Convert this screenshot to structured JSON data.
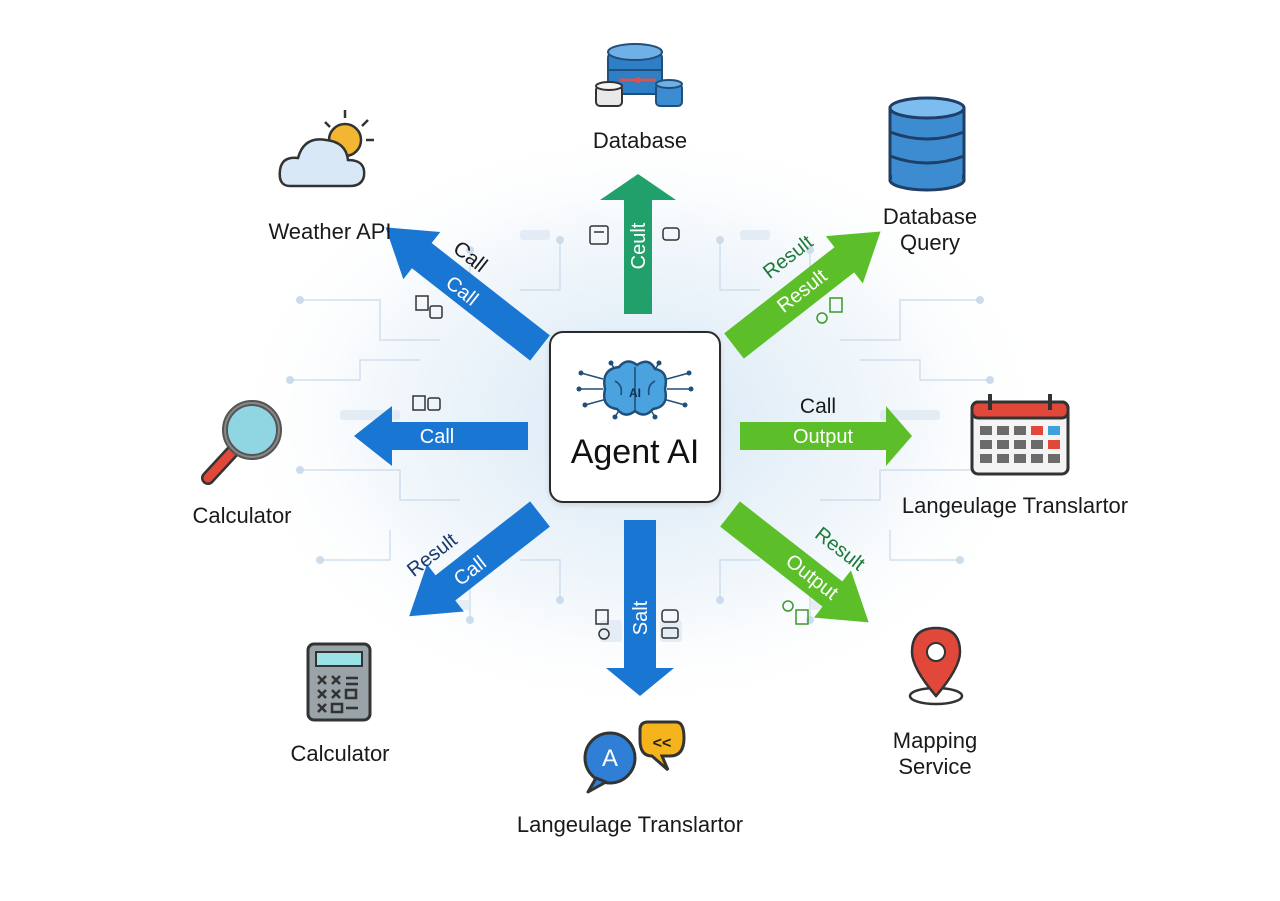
{
  "hub": {
    "title": "Agent AI",
    "brain_text": "AI"
  },
  "nodes": {
    "database": "Database",
    "database_query_line1": "Database",
    "database_query_line2": "Query",
    "weather_api": "Weather API",
    "calculator_left": "Calculator",
    "calculator_bottom": "Calculator",
    "language_translator_right": "Langeulage Translartor",
    "language_translator_bottom": "Langeulage Translartor",
    "mapping_service_line1": "Mapping",
    "mapping_service_line2": "Service"
  },
  "arrows": {
    "up": {
      "label": "Ceult",
      "color": "#22a06b"
    },
    "upper_left": {
      "outer": "Call",
      "inner": "Call",
      "color": "#1976d2"
    },
    "left": {
      "inner": "Call",
      "color": "#1976d2"
    },
    "lower_left": {
      "outer": "Result",
      "inner": "Call",
      "color": "#1976d2"
    },
    "down": {
      "label": "Salt",
      "color": "#1976d2"
    },
    "upper_right": {
      "outer": "Result",
      "inner": "Result",
      "color": "#5cbf2a"
    },
    "right": {
      "outer": "Call",
      "inner": "Output",
      "color": "#5cbf2a"
    },
    "lower_right": {
      "outer": "Result",
      "inner": "Output",
      "color": "#5cbf2a"
    }
  },
  "icons": {
    "database": "database-network-icon",
    "database_query": "database-cylinder-icon",
    "weather": "cloud-sun-icon",
    "magnifier": "magnifier-icon",
    "calendar": "calendar-icon",
    "calculator": "calculator-icon",
    "chat": "chat-bubbles-icon",
    "map_pin": "map-pin-icon",
    "brain": "brain-circuit-icon"
  },
  "chat_glyphs": {
    "left": "A",
    "right": "<<"
  }
}
